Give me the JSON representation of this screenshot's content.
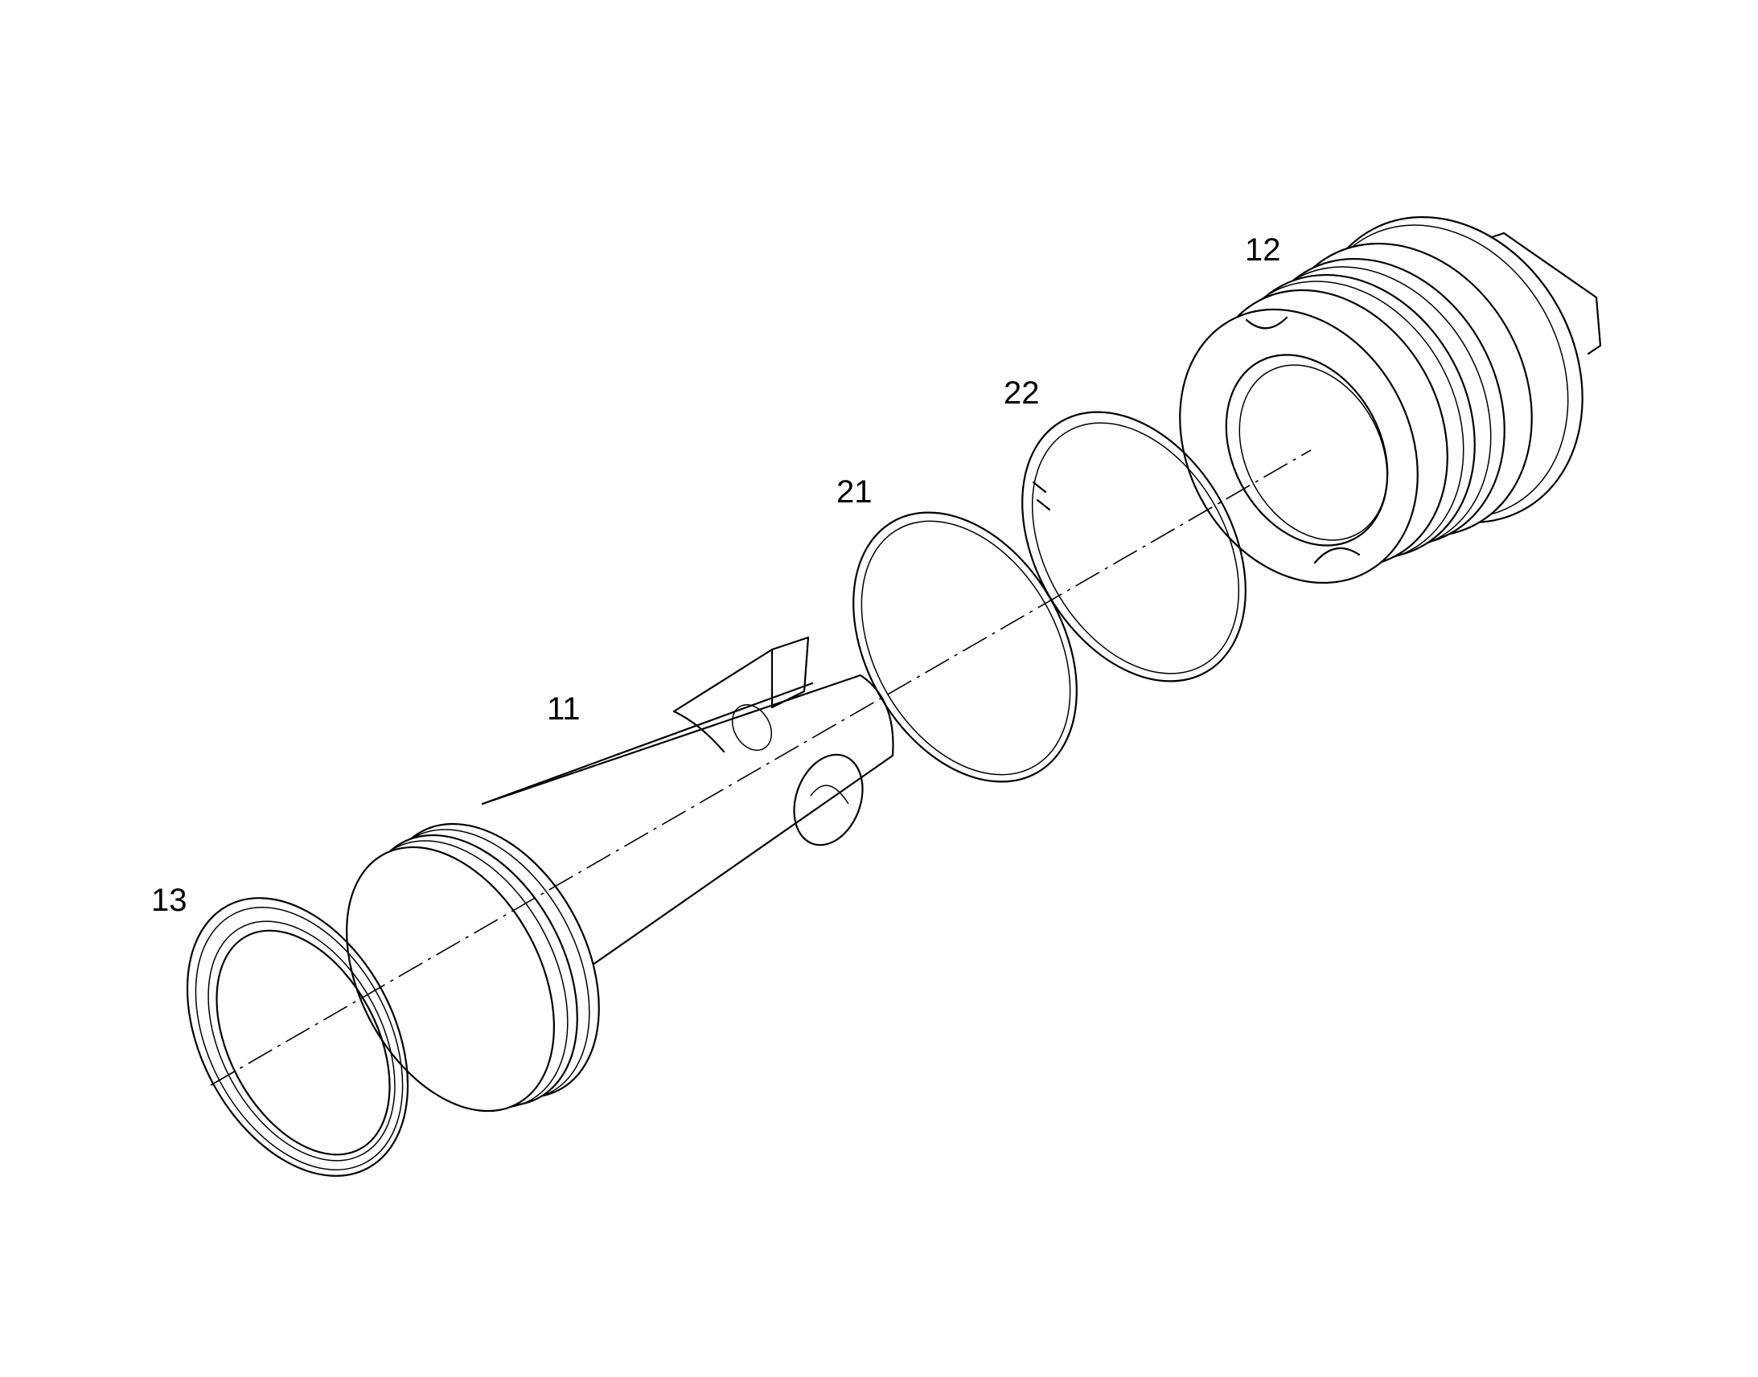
{
  "callouts": {
    "part_11": "11",
    "part_12": "12",
    "part_13": "13",
    "part_21": "21",
    "part_22": "22"
  }
}
